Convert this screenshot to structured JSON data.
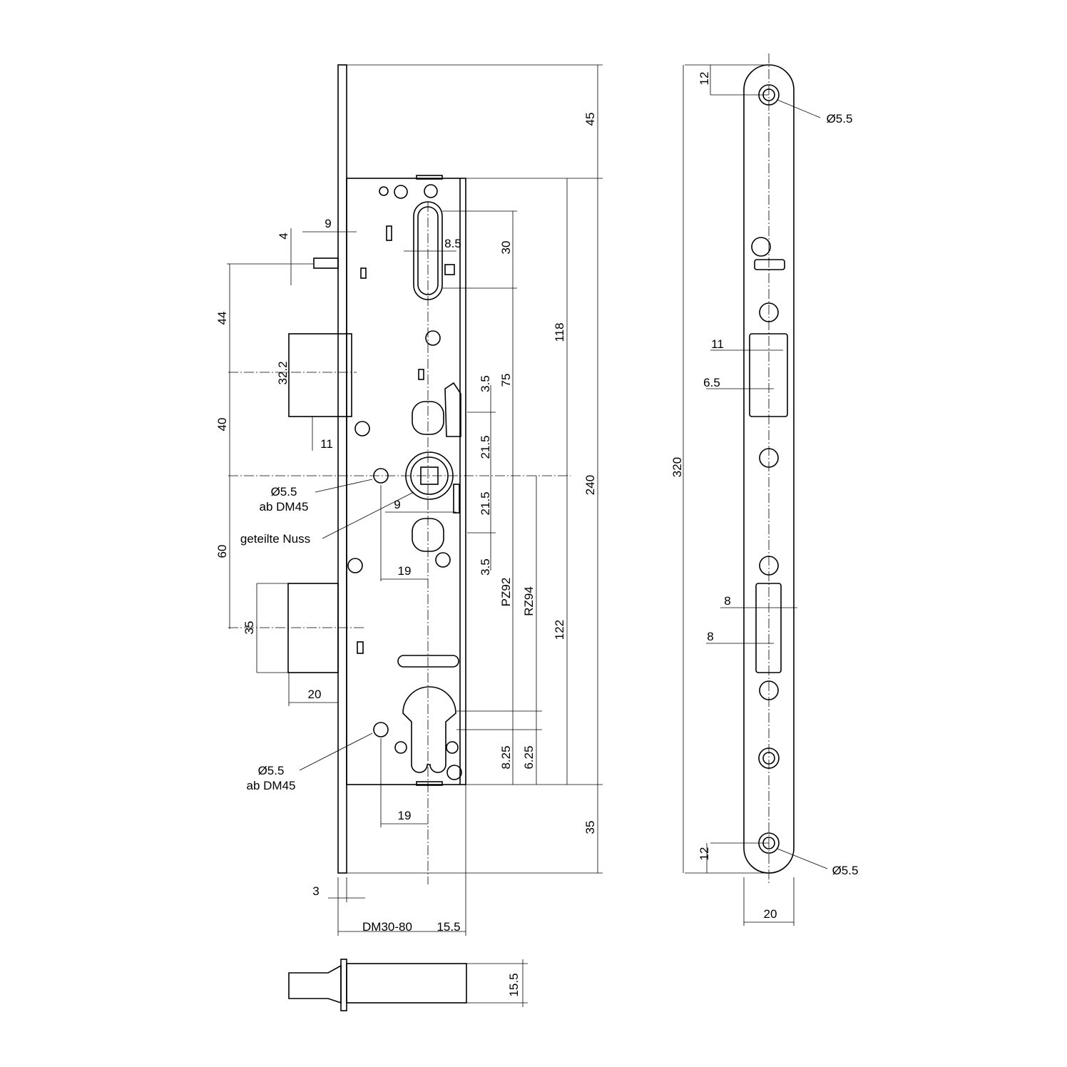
{
  "drawing": {
    "front_view": {
      "dims": [
        "45",
        "9",
        "4",
        "8.5",
        "30",
        "44",
        "118",
        "32.2",
        "3.5",
        "75",
        "40",
        "11",
        "21.5",
        "21.5",
        "240",
        "9",
        "60",
        "19",
        "3.5",
        "PZ92",
        "RZ94",
        "35",
        "122",
        "20",
        "8.25",
        "6.25",
        "19",
        "35",
        "3",
        "DM30-80",
        "15.5"
      ],
      "notes": {
        "hole_top": "Ø5.5",
        "hole_top_sub": "ab DM45",
        "nut": "geteilte Nuss",
        "hole_bottom": "Ø5.5",
        "hole_bottom_sub": "ab DM45"
      }
    },
    "bottom_view": {
      "dims": [
        "15.5"
      ]
    },
    "faceplate_view": {
      "dims": [
        "12",
        "Ø5.5",
        "11",
        "6.5",
        "320",
        "8",
        "8",
        "12",
        "Ø5.5",
        "20"
      ]
    }
  }
}
